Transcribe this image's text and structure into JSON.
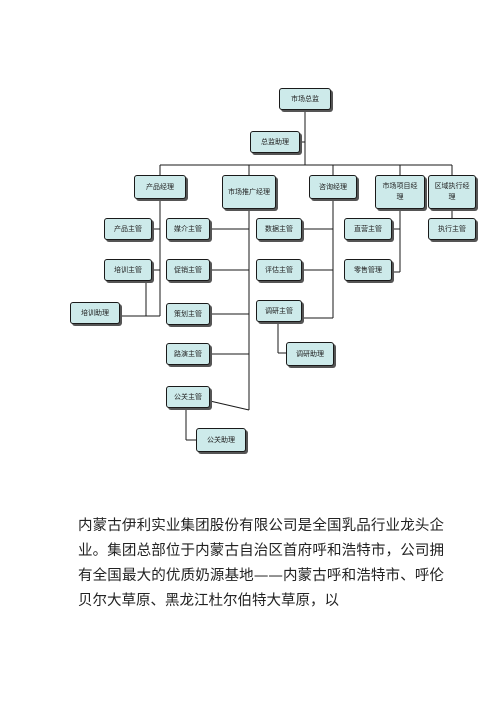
{
  "org_chart": {
    "root": "市场总监",
    "assistant": "总监助理",
    "level1": [
      "产品经理",
      "市场推广经理",
      "咨询经理",
      "市场项目经理",
      "区域执行经理"
    ],
    "product": [
      "产品主管",
      "培训主管",
      "培训助理"
    ],
    "promotion": [
      "媒介主管",
      "促销主管",
      "策划主管",
      "路演主管",
      "公关主管",
      "公关助理"
    ],
    "consulting": [
      "数据主管",
      "评估主管",
      "调研主管",
      "调研助理"
    ],
    "project": [
      "直营主管",
      "零售管理"
    ],
    "regional": [
      "执行主管"
    ]
  },
  "paragraph": "内蒙古伊利实业集团股份有限公司是全国乳品行业龙头企业。集团总部位于内蒙古自治区首府呼和浩特市，公司拥有全国最大的优质奶源基地——内蒙古呼和浩特市、呼伦贝尔大草原、黑龙江杜尔伯特大草原，以"
}
